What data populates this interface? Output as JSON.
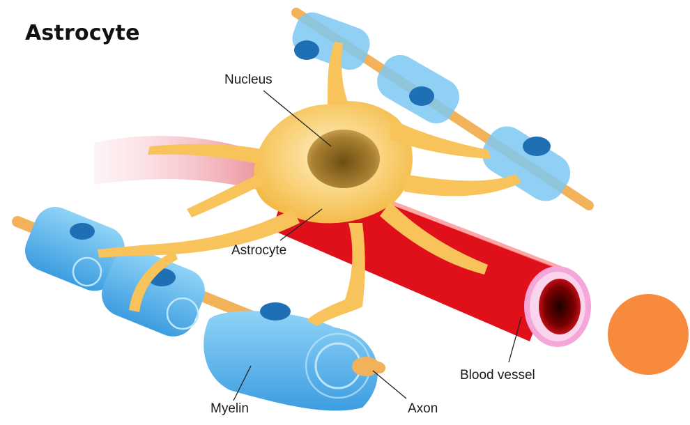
{
  "title": "Astrocyte",
  "labels": {
    "nucleus": "Nucleus",
    "astrocyte": "Astrocyte",
    "blood_vessel": "Blood vessel",
    "myelin": "Myelin",
    "axon": "Axon"
  },
  "colors": {
    "cell_body": "#f7c35a",
    "nucleus": "#9a7226",
    "myelin": "#5cb8ee",
    "myelin_node": "#1f7ac4",
    "axon": "#f2b25a",
    "vessel": "#e0101b",
    "vessel_inner_ring": "#f5a6d8",
    "vessel_lumen": "#5a0000",
    "marker": "#f78a3c"
  }
}
